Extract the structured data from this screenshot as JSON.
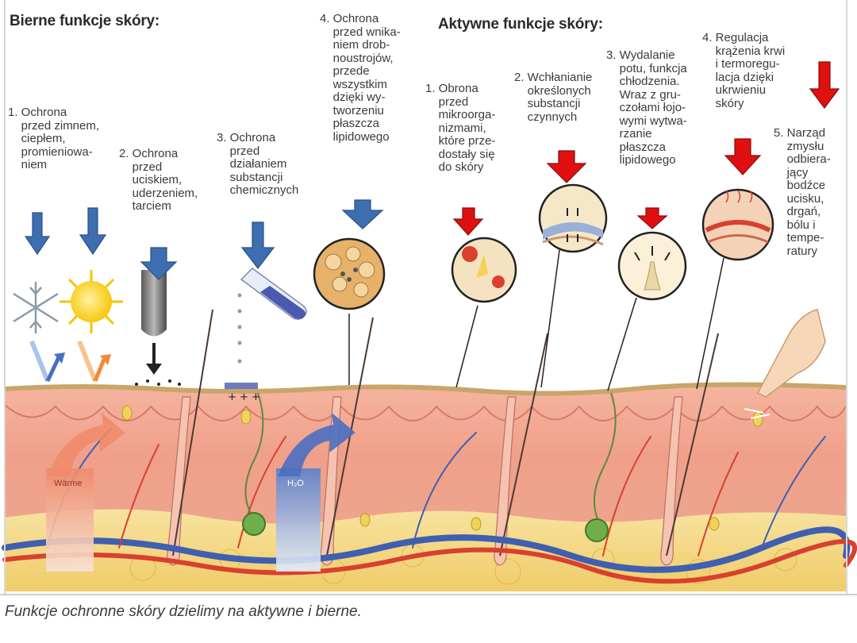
{
  "passive": {
    "heading": "Bierne funkcje skóry:",
    "items": [
      "1. Ochrona\n    przed zimnem,\n    ciepłem,\n    promieniowa-\n    niem",
      "2. Ochrona\n    przed\n    uciskiem,\n    uderzeniem,\n    tarciem",
      "3. Ochrona\n    przed\n    działaniem\n    substancji\n    chemicznych",
      "4. Ochrona\n    przed wnika-\n    niem drob-\n    noustrojów,\n    przede\n    wszystkim\n    dzięki wy-\n    tworzeniu\n    płaszcza\n    lipidowego"
    ]
  },
  "active": {
    "heading": "Aktywne funkcje skóry:",
    "items": [
      "1. Obrona\n    przed\n    mikroorga-\n    nizmami,\n    które prze-\n    dostały się\n    do skóry",
      "2. Wchłanianie\n    określonych\n    substancji\n    czynnych",
      "3. Wydalanie\n    potu, funkcja\n    chłodzenia.\n    Wraz z gru-\n    czołami łojo-\n    wymi wytwa-\n    rzanie\n    płaszcza\n    lipidowego",
      "4. Regulacja\n    krążenia krwi\n    i termoregu-\n    lacja dzięki\n    ukrwieniu\n    skóry",
      "5. Narząd\n    zmysłu\n    odbiera-\n    jący\n    bodźce\n    ucisku,\n    drgań,\n    bólu i\n    tempe-\n    ratury"
    ]
  },
  "image_labels": {
    "warmth": "Wärme",
    "water": "H₂O"
  },
  "caption": "Funkcje ochronne skóry dzielimy na aktywne i bierne.",
  "colors": {
    "passive_arrow": "#3d6fb0",
    "active_arrow": "#e01010",
    "skin": "#f0a592",
    "fat": "#f4dc8c",
    "vein": "#3f5fb0",
    "artery": "#d9402e"
  }
}
